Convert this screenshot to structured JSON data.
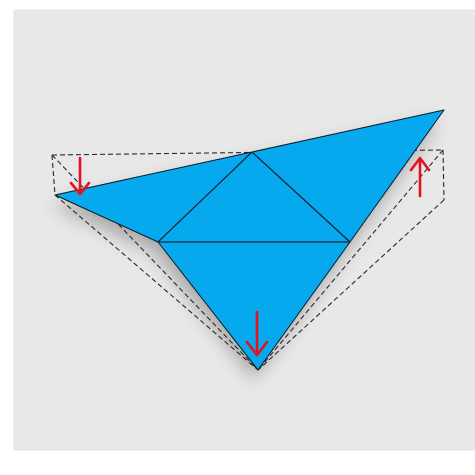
{
  "diagram": {
    "colors": {
      "page_background": "#ffffff",
      "panel_background": "#e8e8e8",
      "panel_border": "#e2e2e2",
      "fill": "#06a9ee",
      "fill_edge": "#0b1a26",
      "crease": "#12283a",
      "dashed_outline": "#2a2a2a",
      "arrow": "#e1141e"
    },
    "arrows": [
      {
        "name": "left-corner-down-arrow",
        "direction": "down"
      },
      {
        "name": "bottom-point-down-arrow",
        "direction": "down"
      },
      {
        "name": "right-corner-up-arrow",
        "direction": "up"
      }
    ]
  }
}
